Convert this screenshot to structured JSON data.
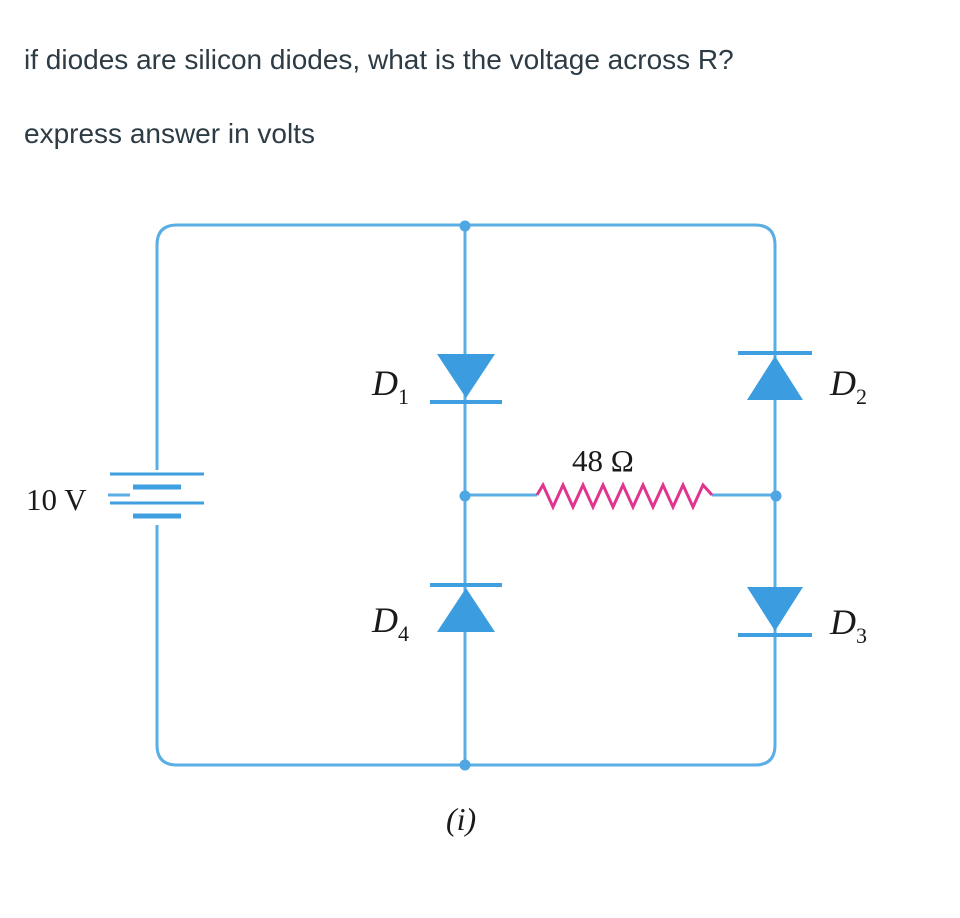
{
  "question": {
    "line1": "if diodes are silicon diodes, what is the voltage across R?",
    "line2": "express answer in volts"
  },
  "circuit": {
    "source": {
      "text": "10 V"
    },
    "resistor": {
      "text": "48 Ω"
    },
    "diodes": [
      {
        "id": "D1",
        "letter": "D",
        "sub": "1"
      },
      {
        "id": "D2",
        "letter": "D",
        "sub": "2"
      },
      {
        "id": "D3",
        "letter": "D",
        "sub": "3"
      },
      {
        "id": "D4",
        "letter": "D",
        "sub": "4"
      }
    ],
    "caption": "(i)",
    "colors": {
      "wire": "#5aaee3",
      "diode": "#3b9de0",
      "resistor": "#e0348f"
    }
  }
}
